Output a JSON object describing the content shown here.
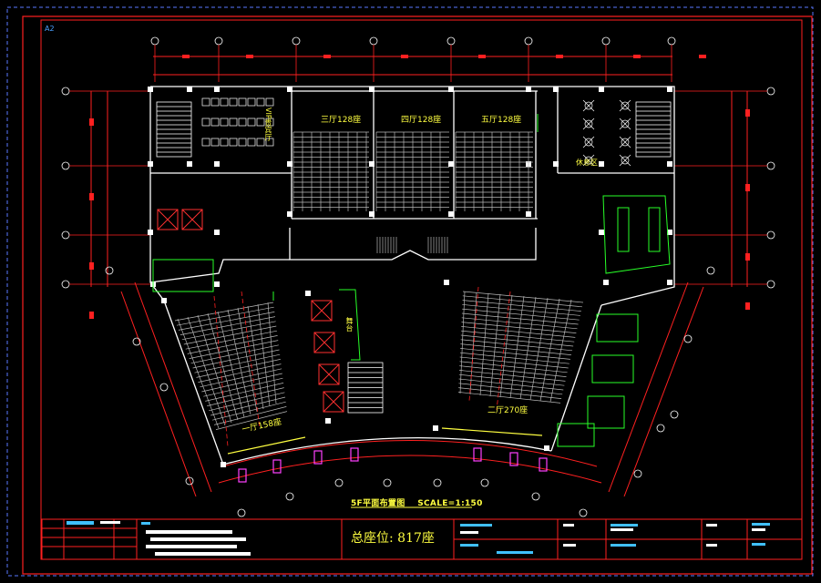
{
  "sheet": {
    "tag": "A2"
  },
  "plan": {
    "hall1": "一厅158座",
    "hall2": "二厅270座",
    "hall3": "三厅128座",
    "hall4": "四厅128座",
    "hall5": "五厅128座",
    "vip": "VIP贵宾厅",
    "rest": "休息区",
    "stage": "舞台"
  },
  "titlebar": {
    "drawing_title": "5F平面布置图",
    "scale": "SCALE=1:150"
  },
  "summary": {
    "total_seats": "总座位: 817座"
  },
  "colors": {
    "background": "#000000",
    "frame": "#ff2020",
    "wall": "#ffffff",
    "seat": "#b8b8b8",
    "text": "#ffff40",
    "furniture": "#28ff28",
    "dim_red": "#ff0000",
    "sheet_tag": "#4aa0ff"
  }
}
